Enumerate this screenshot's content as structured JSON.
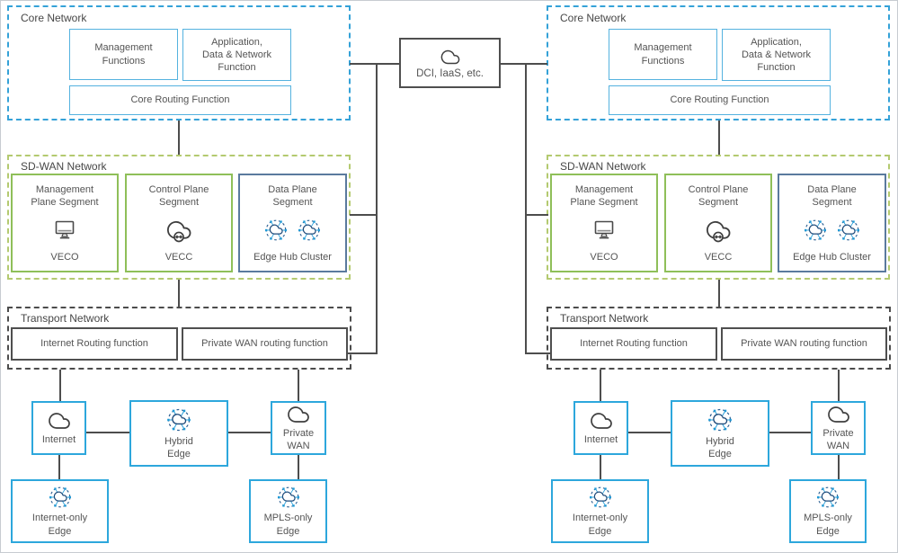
{
  "center": {
    "dci": {
      "label": "DCI, IaaS, etc."
    }
  },
  "half": {
    "core": {
      "title": "Core Network",
      "management": "Management\nFunctions",
      "application": "Application,\nData & Network\nFunction",
      "routing": "Core Routing Function"
    },
    "sdwan": {
      "title": "SD-WAN Network",
      "management_plane": {
        "title": "Management\nPlane Segment",
        "name": "VECO"
      },
      "control_plane": {
        "title": "Control Plane\nSegment",
        "name": "VECC"
      },
      "data_plane": {
        "title": "Data Plane\nSegment",
        "name": "Edge Hub Cluster"
      }
    },
    "transport": {
      "title": "Transport Network",
      "internet_routing": "Internet Routing function",
      "private_wan_routing": "Private WAN routing function"
    },
    "underlay": {
      "internet": "Internet",
      "hybrid_edge": "Hybrid\nEdge",
      "private_wan": "Private\nWAN",
      "internet_only_edge": "Internet-only\nEdge",
      "mpls_only_edge": "MPLS-only\nEdge"
    }
  },
  "colors": {
    "core_dashed_border": "#35a2d8",
    "core_inner_border": "#54b2df",
    "sdwan_dashed_border": "#b4ca70",
    "segment_green_border": "#8fbf59",
    "data_plane_border": "#5a7a9e",
    "transport_border": "#4f4f4f",
    "underlay_blue_border": "#2da7dc",
    "connector_line": "#4d4d4d",
    "text": "#545454",
    "edge_icon_navy": "#1d4a7a",
    "edge_icon_blue": "#1f9ad6"
  }
}
